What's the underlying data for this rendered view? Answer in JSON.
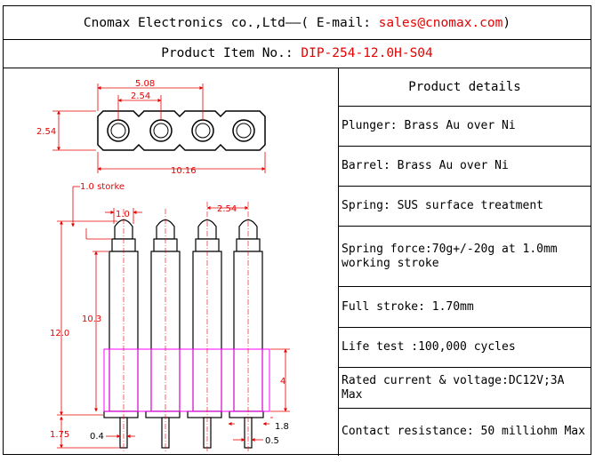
{
  "header": {
    "company": "Cnomax Electronics co.,Ltd",
    "dashes": "——",
    "email_label": "( E-mail: ",
    "email": "sales@cnomax.com",
    "close": ")"
  },
  "item": {
    "label": "Product Item No.: ",
    "value": "DIP-254-12.0H-S04"
  },
  "details": {
    "title": "Product details",
    "rows": [
      "Plunger: Brass Au over Ni",
      "Barrel: Brass Au over Ni",
      "Spring: SUS surface treatment",
      "Spring force:70g+/-20g at 1.0mm working stroke",
      "Full stroke: 1.70mm",
      "Life test :100,000 cycles",
      "Rated current & voltage:DC12V;3A Max",
      "Contact resistance: 50 milliohm Max"
    ]
  },
  "drawing": {
    "dims": {
      "pitch_double": "5.08",
      "pitch": "2.54",
      "height_top": "2.54",
      "length": "10.16",
      "stroke_note": "1.0 storke",
      "tip": "1.0",
      "pitch_side": "2.54",
      "total_height": "12.0",
      "body_height": "10.3",
      "insulator_height": "4",
      "tail_length": "1.75",
      "tail_dia": "0.4",
      "flange": "1.8",
      "pin_dia": "0.5"
    },
    "colors": {
      "dimension": "#e60000",
      "insulator": "#ff00ff",
      "outline": "#000000"
    }
  }
}
